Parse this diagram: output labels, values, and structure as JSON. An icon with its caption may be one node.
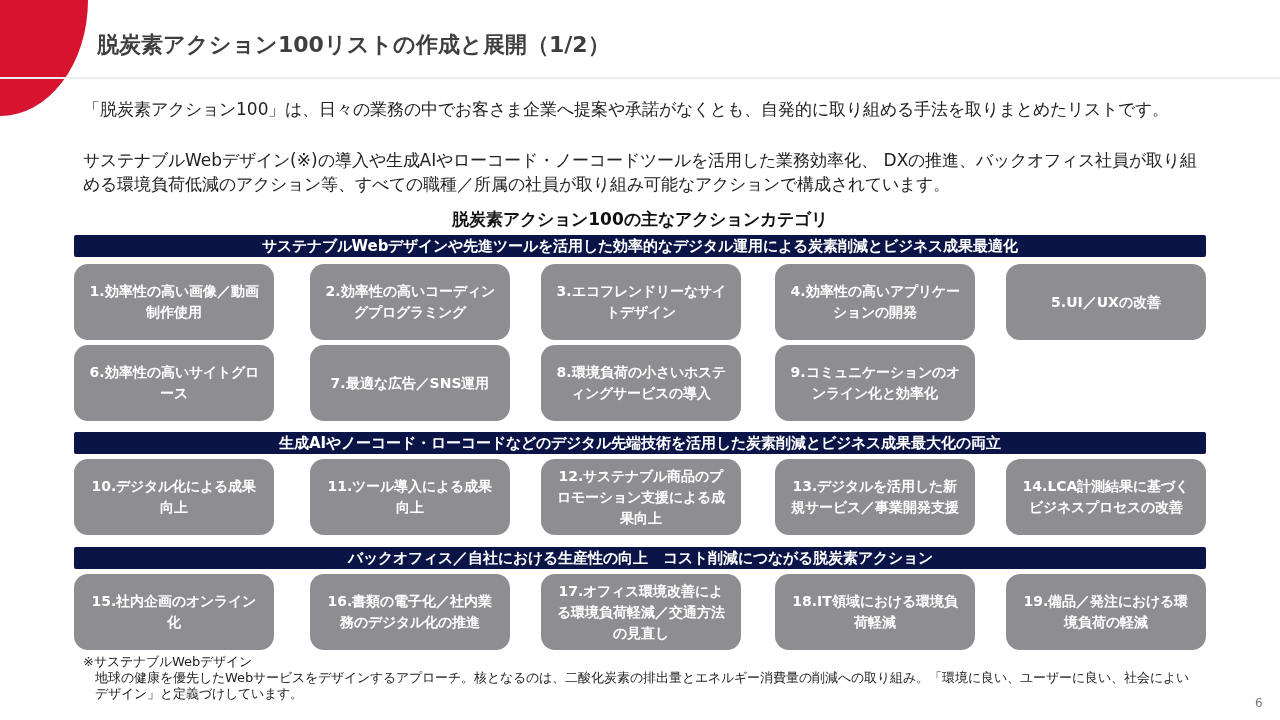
{
  "diagram": {
    "title": "脱炭素アクション100リストの作成と展開（1/2）",
    "nodes": [
      {
        "text": [
          "サステナブルWebデザインや先進ツールを活用した効率的なデジタル運用による炭素削減とビジネス成果最適化"
        ]
      },
      {
        "text": [
          "1.効率性の高い画像／動画制作使用"
        ]
      },
      {
        "text": [
          "2.効率性の高いコーディングプログラミング"
        ]
      },
      {
        "text": [
          "3.エコフレンドリーなサイトデザイン"
        ]
      },
      {
        "text": [
          "4.効率性の高いアプリケーションの開発"
        ]
      },
      {
        "text": [
          "5.UI／UXの改善"
        ]
      },
      {
        "text": [
          "6.効率性の高いサイトグロース"
        ]
      },
      {
        "text": [
          "7.最適な広告／SNS運用"
        ]
      },
      {
        "text": [
          "8.環境負荷の小さいホスティングサービスの導入"
        ]
      },
      {
        "text": [
          "9.コミュニケーションのオンライン化と効率化"
        ]
      },
      {
        "text": [
          "生成AIやノーコード・ローコードなどのデジタル先端技術を活用した炭素削減とビジネス成果最大化の両立"
        ]
      },
      {
        "text": [
          "10.デジタル化による成果向上"
        ]
      },
      {
        "text": [
          "11.ツール導入による成果向上"
        ]
      },
      {
        "text": [
          "12.サステナブル商品のプロモーション支援による成果向上"
        ]
      },
      {
        "text": [
          "13.デジタルを活用した新規サービス／事業開発支援"
        ]
      },
      {
        "text": [
          "14.LCA計測結果に基づくビジネスプロセスの改善"
        ]
      },
      {
        "text": [
          "バックオフィス／自社における生産性の向上　コスト削減につながる脱炭素アクション"
        ]
      },
      {
        "text": [
          "15.社内企画のオンライン化"
        ]
      },
      {
        "text": [
          "16.書類の電子化／社内業務のデジタル化の推進"
        ]
      },
      {
        "text": [
          "17.オフィス環境改善による環境負荷軽減／交通方法の見直し"
        ]
      },
      {
        "text": [
          "18.IT領域における環境負荷軽減"
        ]
      },
      {
        "text": [
          "19.備品／発注における環境負荷の軽減"
        ]
      }
    ],
    "labels": [
      "「脱炭素アクション100」は、日々の業務の中でお客さま企業へ提案や承諾がなくとも、自発的に取り組める手法を取りまとめたリストです。",
      "サステナブルWebデザイン(※)の導入や生成AIやローコード・ノーコードツールを活用した業務効率化、 DXの推進、バックオフィス社員が取り組める環境負荷低減のアクション等、すべての職種／所属の社員が取り組み可能なアクションで構成されています。",
      "脱炭素アクション100の主なアクションカテゴリ",
      "※サステナブルWebデザイン",
      "地球の健康を優先したWebサービスをデザインするアプローチ。核となるのは、二酸化炭素の排出量とエネルギー消費量の削減への取り組み。「環境に良い、ユーザーに良い、社会によいデザイン」と定義づけしています。",
      "6"
    ]
  }
}
